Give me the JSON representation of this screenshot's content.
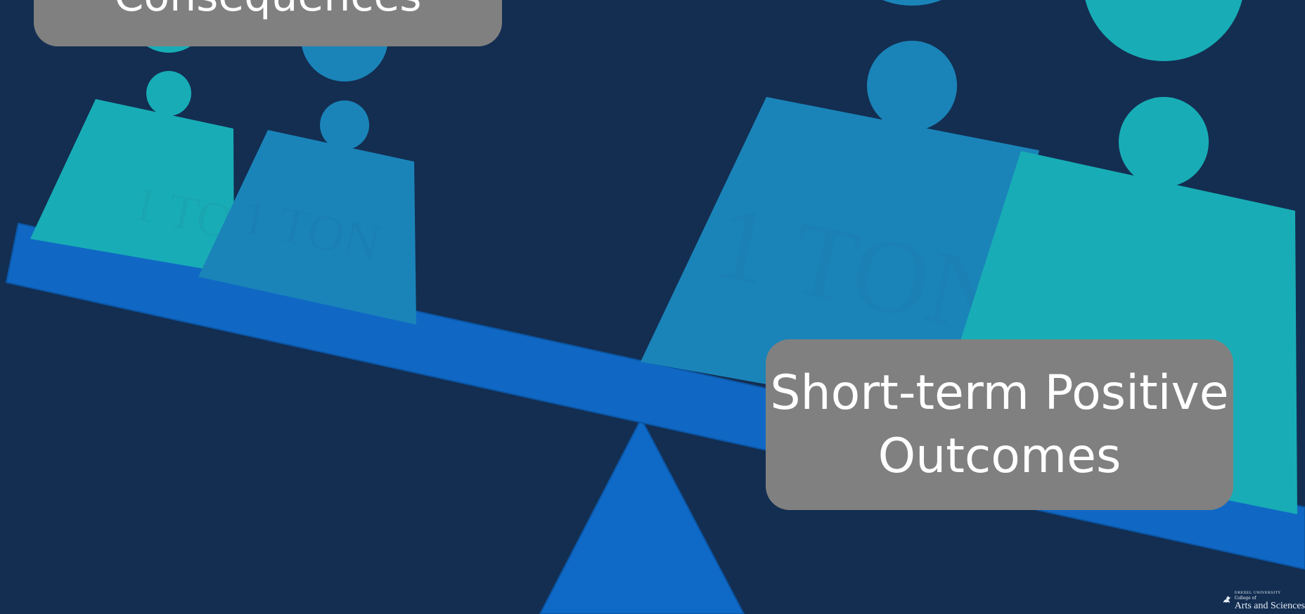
{
  "labels": {
    "top_left": "Consequences",
    "right_line1": "Short-term Positive",
    "right_line2": "Outcomes"
  },
  "weights": {
    "text": "1 TON"
  },
  "logo": {
    "line1": "DREXEL UNIVERSITY",
    "line2": "College of",
    "line3": "Arts and Sciences"
  },
  "colors": {
    "background": "#132e51",
    "beam": "#1068c4",
    "fulcrum": "#0f69c7",
    "weight_teal": "#18adb6",
    "weight_blue": "#1a84b9",
    "label_box": "#808080",
    "label_text": "#ffffff"
  }
}
